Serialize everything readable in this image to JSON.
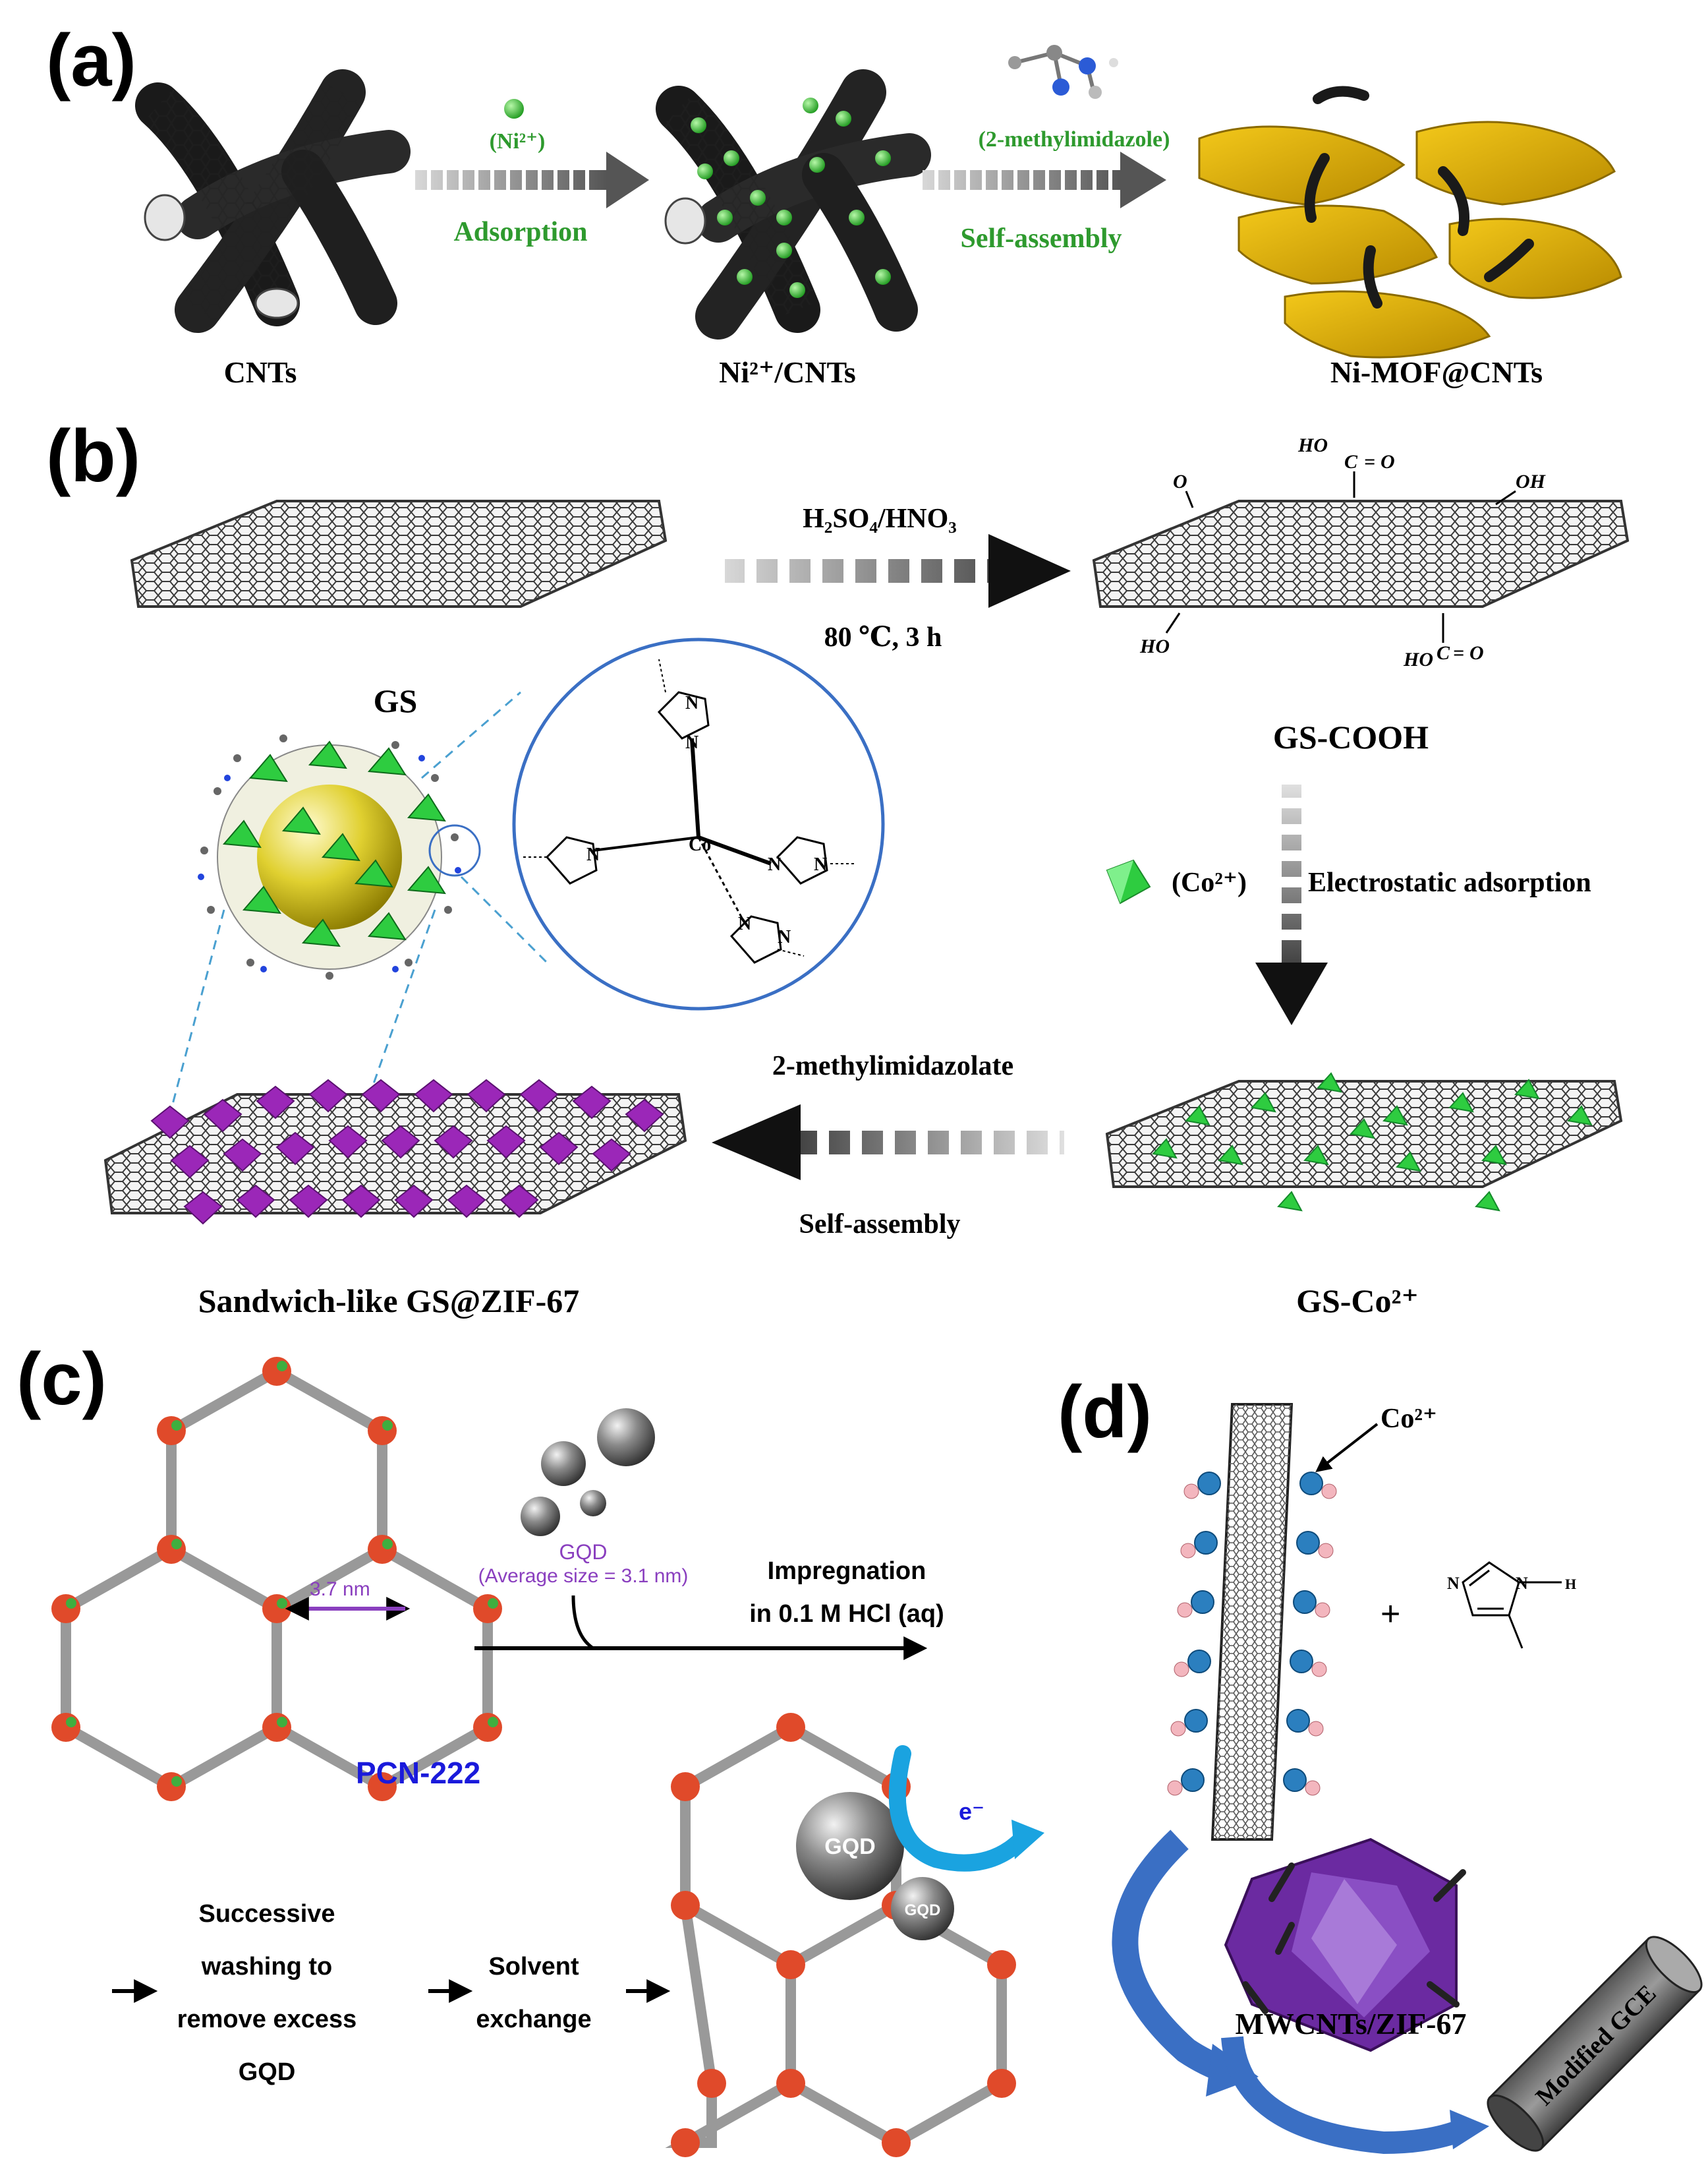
{
  "panel_a": {
    "letter": "(a)",
    "stage1_label": "CNTs",
    "ion": "(Ni²⁺)",
    "step1": "Adsorption",
    "stage2_label": "Ni²⁺/CNTs",
    "reagent": "(2-methylimidazole)",
    "step2": "Self-assembly",
    "stage3_label": "Ni-MOF@CNTs"
  },
  "panel_b": {
    "letter": "(b)",
    "gs_label": "GS",
    "acid": "H₂SO₄/HNO₃",
    "condition": "80 ℃, 3 h",
    "gscooh_label": "GS-COOH",
    "ion": "(Co²⁺)",
    "adsorption": "Electrostatic adsorption",
    "gsco_label": "GS-Co²⁺",
    "ligand": "2-methylimidazolate",
    "self_assembly": "Self-assembly",
    "product_label": "Sandwich-like GS@ZIF-67",
    "groups": {
      "ho": "HO",
      "oh": "OH",
      "c": "C",
      "o": "O",
      "eq": "=",
      "co": "Co",
      "n": "N"
    }
  },
  "panel_c": {
    "letter": "(c)",
    "gqd_title": "GQD",
    "gqd_size": "(Average size = 3.1 nm)",
    "pore_size": "3.7 nm",
    "impregnation": "Impregnation",
    "impregnation_cond": "in 0.1 M HCl (aq)",
    "mof_label": "PCN-222",
    "wash_1": "Successive",
    "wash_2": "washing to",
    "wash_3": "remove excess",
    "wash_4": "GQD",
    "solvent_1": "Solvent",
    "solvent_2": "exchange",
    "gqd_big": "GQD",
    "gqd_small": "GQD",
    "electron": "e⁻"
  },
  "panel_d": {
    "letter": "(d)",
    "cobalt": "Co²⁺",
    "plus": "+",
    "product_label": "MWCNTs/ZIF-67",
    "electrode": "Modified GCE",
    "n_atom": "N",
    "h_atom": "H"
  },
  "colors": {
    "adsorption_green": "#2e9a2e",
    "ni_ion_green": "#3cc43c",
    "mof_gold": "#d8a800",
    "zif_purple": "#9b27b8",
    "co_tetra_green": "#2ecc40",
    "gqd_purple": "#8a3fbf",
    "pcn_blue": "#1a1adb",
    "arrow_blue": "#3a6fc4",
    "electron_cyan": "#1aa3e0",
    "zif_polyhedron": "#6b2aa1"
  }
}
